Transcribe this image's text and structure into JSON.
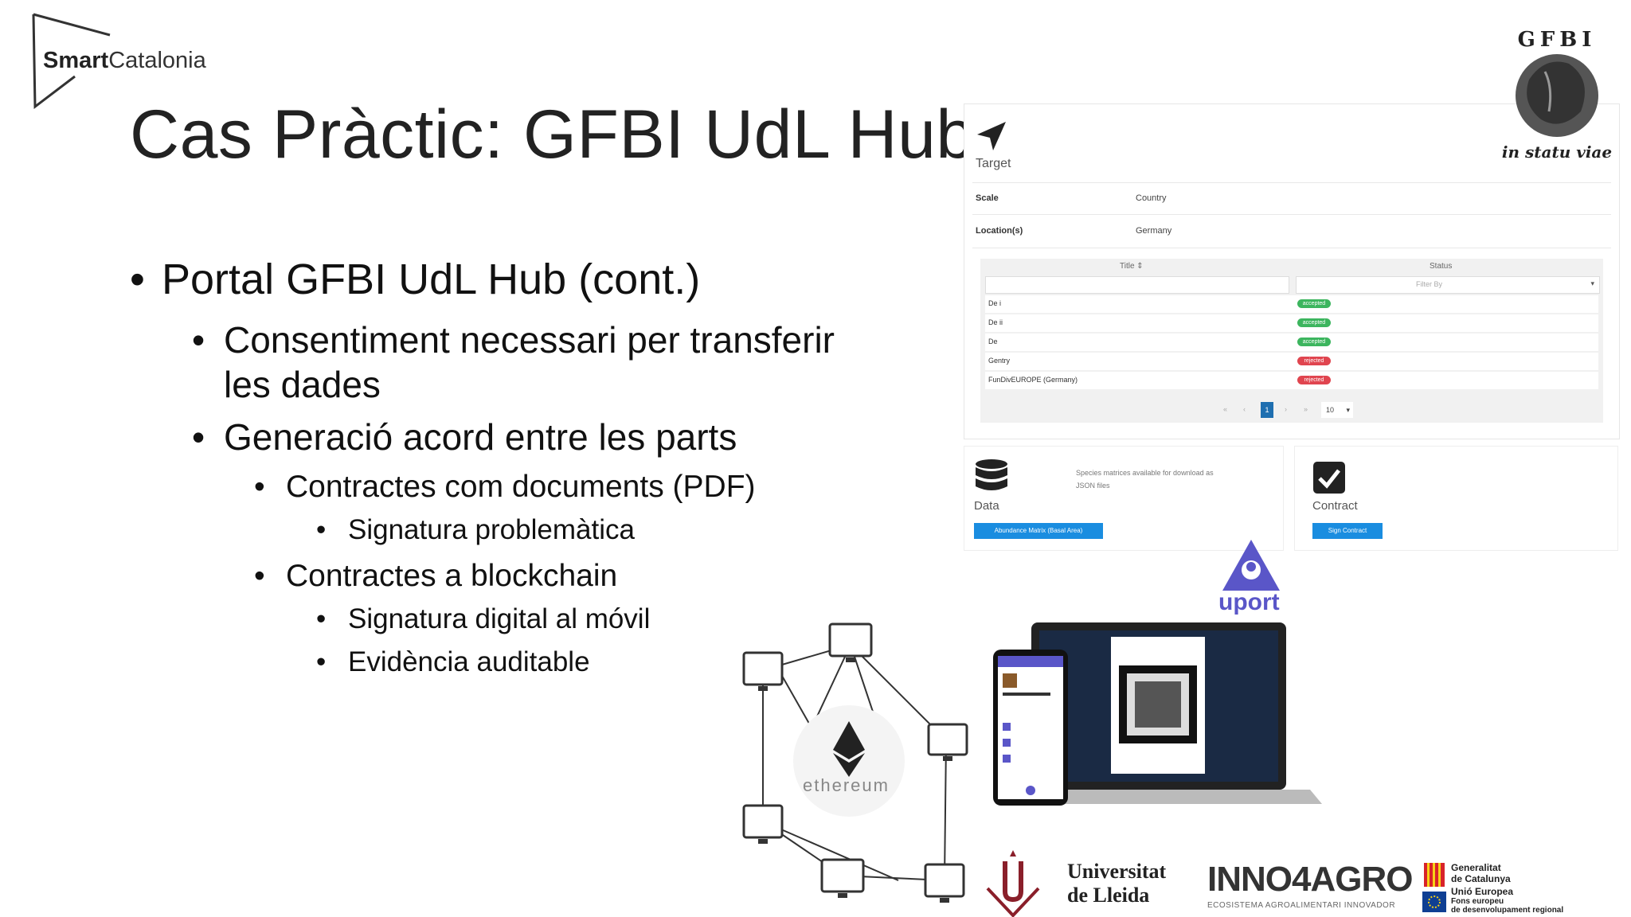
{
  "header": {
    "logo_text_bold": "Smart",
    "logo_text_light": "Catalonia",
    "title": "Cas Pràctic: GFBI UdL Hub"
  },
  "bullets": {
    "b1": "Portal GFBI UdL Hub (cont.)",
    "b1_1_line1": "Consentiment necessari per transferir",
    "b1_1_line2": "les dades",
    "b1_2": "Generació acord entre les parts",
    "b1_2_1": "Contractes com documents (PDF)",
    "b1_2_1_1": "Signatura problemàtica",
    "b1_2_2": "Contractes a blockchain",
    "b1_2_2_1": "Signatura digital al móvil",
    "b1_2_2_2": "Evidència auditable"
  },
  "gfbi_logo": {
    "top_text": "GFBI",
    "bottom_text": "in statu viae"
  },
  "portal": {
    "target_label": "Target",
    "scale_label": "Scale",
    "scale_value": "Country",
    "location_label": "Location(s)",
    "location_value": "Germany",
    "col_title": "Title",
    "col_status": "Status",
    "filter_placeholder": "Filter By",
    "rows": [
      {
        "title": "De i",
        "status": "accepted"
      },
      {
        "title": "De ii",
        "status": "accepted"
      },
      {
        "title": "De",
        "status": "accepted"
      },
      {
        "title": "Gentry",
        "status": "rejected"
      },
      {
        "title": "FunDivEUROPE (Germany)",
        "status": "rejected"
      }
    ],
    "pagination": {
      "current_page": "1",
      "page_size": "10"
    },
    "data_card": {
      "label": "Data",
      "description_line1": "Species matrices available for download as",
      "description_line2": "JSON files",
      "button": "Abundance Matrix (Basal Area)"
    },
    "contract_card": {
      "label": "Contract",
      "button": "Sign Contract"
    }
  },
  "uport_label": "uport",
  "ethereum_label": "ethereum",
  "footer": {
    "udl_line1": "Universitat",
    "udl_line2": "de Lleida",
    "inno_text": "INNO4AGRO",
    "inno_sub": "ECOSISTEMA AGROALIMENTARI INNOVADOR",
    "gen_line1": "Generalitat",
    "gen_line2": "de Catalunya",
    "eu_line1": "Unió Europea",
    "eu_line2": "Fons europeu",
    "eu_line3": "de desenvolupament regional"
  },
  "colors": {
    "accepted": "#3cb55e",
    "rejected": "#e0454f",
    "button": "#1a8de0",
    "uport": "#5a56c8"
  }
}
